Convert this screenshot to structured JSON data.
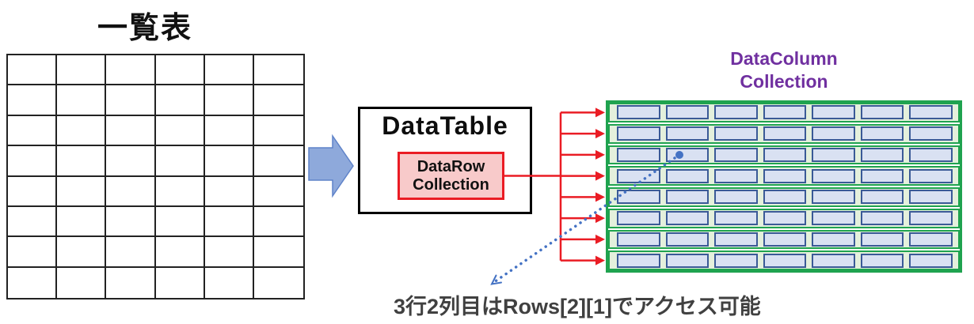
{
  "left_table": {
    "title": "一覧表",
    "rows": 8,
    "cols": 6
  },
  "datatable_box": {
    "title": "DataTable",
    "datarow_collection": {
      "line1": "DataRow",
      "line2": "Collection"
    }
  },
  "right_grid": {
    "title_line1": "DataColumn",
    "title_line2": "Collection",
    "rows": 8,
    "cols": 7
  },
  "caption": {
    "text": "3行2列目はRows[2][1]でアクセス可能"
  },
  "colors": {
    "red": "#ea1c24",
    "green": "#1fa34f",
    "light_green": "#e4f0dc",
    "cell_fill": "#d9e1f2",
    "cell_border": "#3a5a97",
    "purple": "#7030a0",
    "block_arrow_fill": "#8ea9db",
    "block_arrow_border": "#5f83c9",
    "dotted_pointer_blue": "#4472c4",
    "caption_gray": "#404040"
  },
  "icons": {
    "block_arrow": "right-block-arrow",
    "row_arrows": "red-row-arrows",
    "pointer": "dotted-pointer-arrow"
  }
}
